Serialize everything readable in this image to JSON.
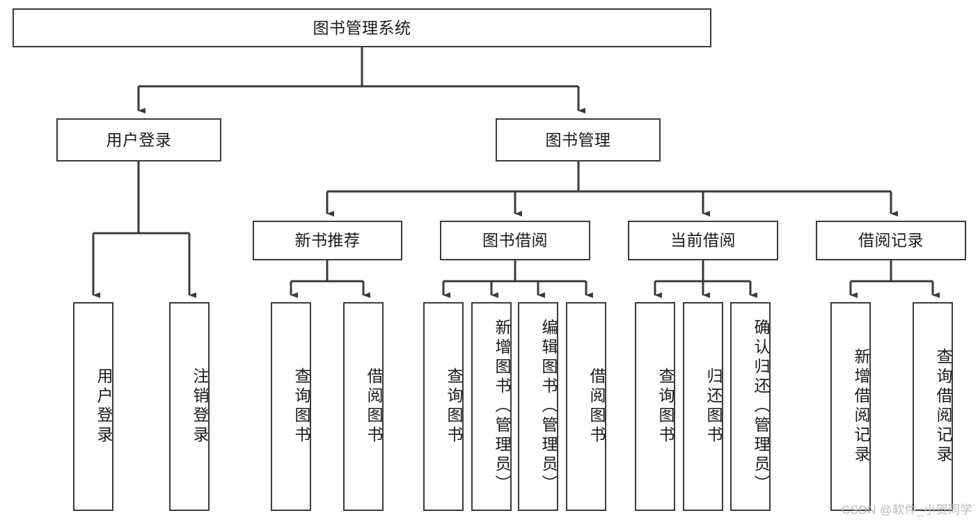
{
  "diagram": {
    "title": "图书管理系统",
    "type": "tree-hierarchy-diagram",
    "watermark": "CSDN @软件_小贺同学",
    "colors": {
      "border": "#3a3a3a",
      "background": "#ffffff",
      "text": "#1a1a1a",
      "watermark": "#b8b8b8"
    },
    "root": {
      "label": "图书管理系统"
    },
    "level2": [
      {
        "id": "user-login",
        "label": "用户登录"
      },
      {
        "id": "book-manage",
        "label": "图书管理"
      }
    ],
    "level3": [
      {
        "id": "new-book-recommend",
        "label": "新书推荐"
      },
      {
        "id": "book-borrow",
        "label": "图书借阅"
      },
      {
        "id": "current-borrow",
        "label": "当前借阅"
      },
      {
        "id": "borrow-record",
        "label": "借阅记录"
      }
    ],
    "leaves": [
      {
        "id": "leaf-user-login",
        "label": "用户登录",
        "parent": "user-login"
      },
      {
        "id": "leaf-logout-login",
        "label": "注销登录",
        "parent": "user-login"
      },
      {
        "id": "leaf-query-book-1",
        "label": "查询图书",
        "parent": "new-book-recommend"
      },
      {
        "id": "leaf-borrow-book-1",
        "label": "借阅图书",
        "parent": "new-book-recommend"
      },
      {
        "id": "leaf-query-book-2",
        "label": "查询图书",
        "parent": "book-borrow"
      },
      {
        "id": "leaf-add-book",
        "label": "新增图书（管理员）",
        "parent": "book-borrow"
      },
      {
        "id": "leaf-edit-book",
        "label": "编辑图书（管理员）",
        "parent": "book-borrow"
      },
      {
        "id": "leaf-borrow-book-2",
        "label": "借阅图书",
        "parent": "book-borrow"
      },
      {
        "id": "leaf-query-book-3",
        "label": "查询图书",
        "parent": "current-borrow"
      },
      {
        "id": "leaf-return-book",
        "label": "归还图书",
        "parent": "current-borrow"
      },
      {
        "id": "leaf-confirm-return",
        "label": "确认归还（管理员）",
        "parent": "current-borrow"
      },
      {
        "id": "leaf-add-record",
        "label": "新增借阅记录",
        "parent": "borrow-record"
      },
      {
        "id": "leaf-query-record",
        "label": "查询借阅记录",
        "parent": "borrow-record"
      }
    ]
  }
}
